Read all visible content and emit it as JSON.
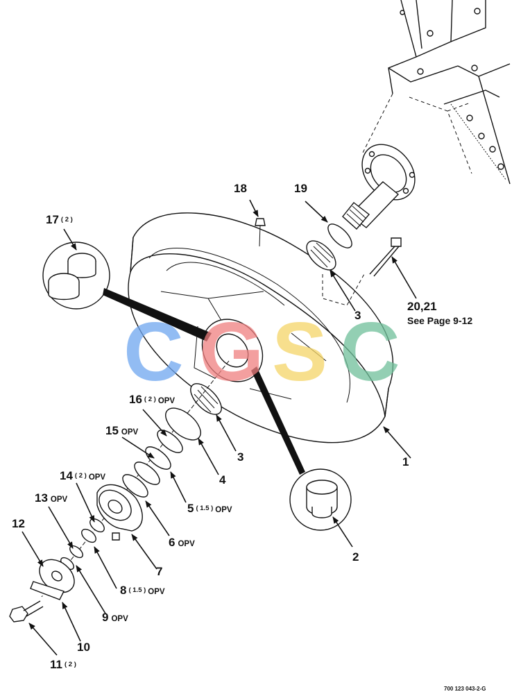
{
  "callouts": {
    "c1": "1",
    "c2": "2",
    "c3a": "3",
    "c3b": "3",
    "c4": "4",
    "c5": "5",
    "c6": "6",
    "c7": "7",
    "c8": "8",
    "c9": "9",
    "c10": "10",
    "c11": "11",
    "c12": "12",
    "c13": "13",
    "c14": "14",
    "c15": "15",
    "c16": "16",
    "c17": "17",
    "c18": "18",
    "c19": "19",
    "c20": "20,21"
  },
  "qualifiers": {
    "q17": "( 2 )",
    "q16": "( 2 )",
    "q14": "( 2 )",
    "q5": "( 1.5 )",
    "q8": "( 1.5 )",
    "q11": "( 2 )",
    "opv": "OPV"
  },
  "note_20": "See Page 9-12",
  "figure_id": "700 123 043-2-G",
  "watermark": {
    "letters": [
      "C",
      "G",
      "S",
      "C"
    ],
    "colors": [
      "#6ea6f0",
      "#f07f7f",
      "#f5d567",
      "#6fc09a"
    ]
  }
}
